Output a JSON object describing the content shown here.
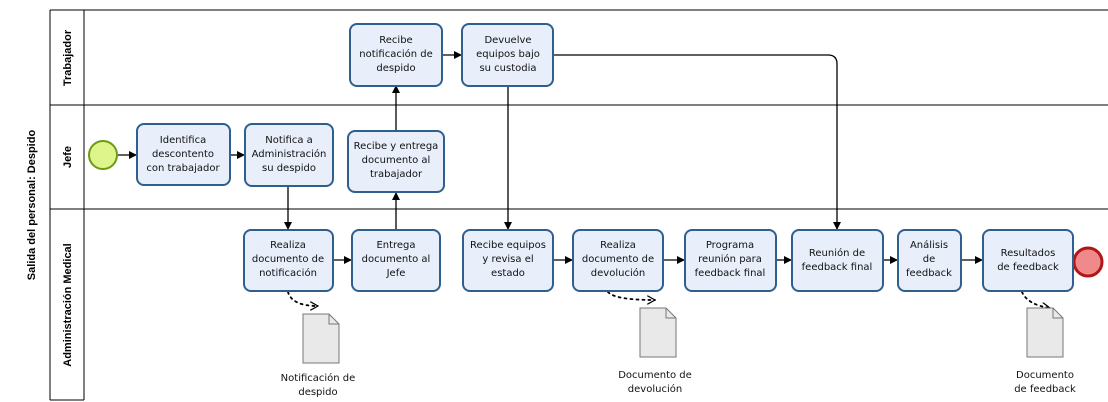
{
  "pool": {
    "title": "Salida del personal: Despido"
  },
  "lanes": [
    "Trabajador",
    "Jefe",
    "Administración Medical"
  ],
  "tasks": {
    "recibe_notificacion": [
      "Recibe",
      "notificación de",
      "despido"
    ],
    "devuelve_equipos": [
      "Devuelve",
      "equipos bajo",
      "su custodia"
    ],
    "identifica": [
      "Identifica",
      "descontento",
      "con trabajador"
    ],
    "notifica": [
      "Notifica a",
      "Administración",
      "su despido"
    ],
    "recibe_entrega": [
      "Recibe y entrega",
      "documento al",
      "trabajador"
    ],
    "realiza_notificacion": [
      "Realiza",
      "documento de",
      "notificación"
    ],
    "entrega_jefe": [
      "Entrega",
      "documento al",
      "Jefe"
    ],
    "recibe_equipos": [
      "Recibe equipos",
      "y revisa el",
      "estado"
    ],
    "realiza_devolucion": [
      "Realiza",
      "documento de",
      "devolución"
    ],
    "programa": [
      "Programa",
      "reunión para",
      "feedback final"
    ],
    "reunion": [
      "Reunión de",
      "feedback final"
    ],
    "analisis": [
      "Análisis",
      "de",
      "feedback"
    ],
    "resultados": [
      "Resultados",
      "de feedback"
    ]
  },
  "documents": {
    "notificacion": [
      "Notificación de",
      "despido"
    ],
    "devolucion": [
      "Documento de",
      "devolución"
    ],
    "feedback": [
      "Documento",
      "de feedback"
    ]
  },
  "colors": {
    "task_fill": "#e8effa",
    "task_stroke": "#2f5f8e",
    "start_fill": "#ddf58a",
    "start_stroke": "#6e9a12",
    "end_fill": "#f08a8a",
    "end_stroke": "#b01818",
    "doc_fill": "#e9e9e9",
    "doc_stroke": "#777777"
  }
}
